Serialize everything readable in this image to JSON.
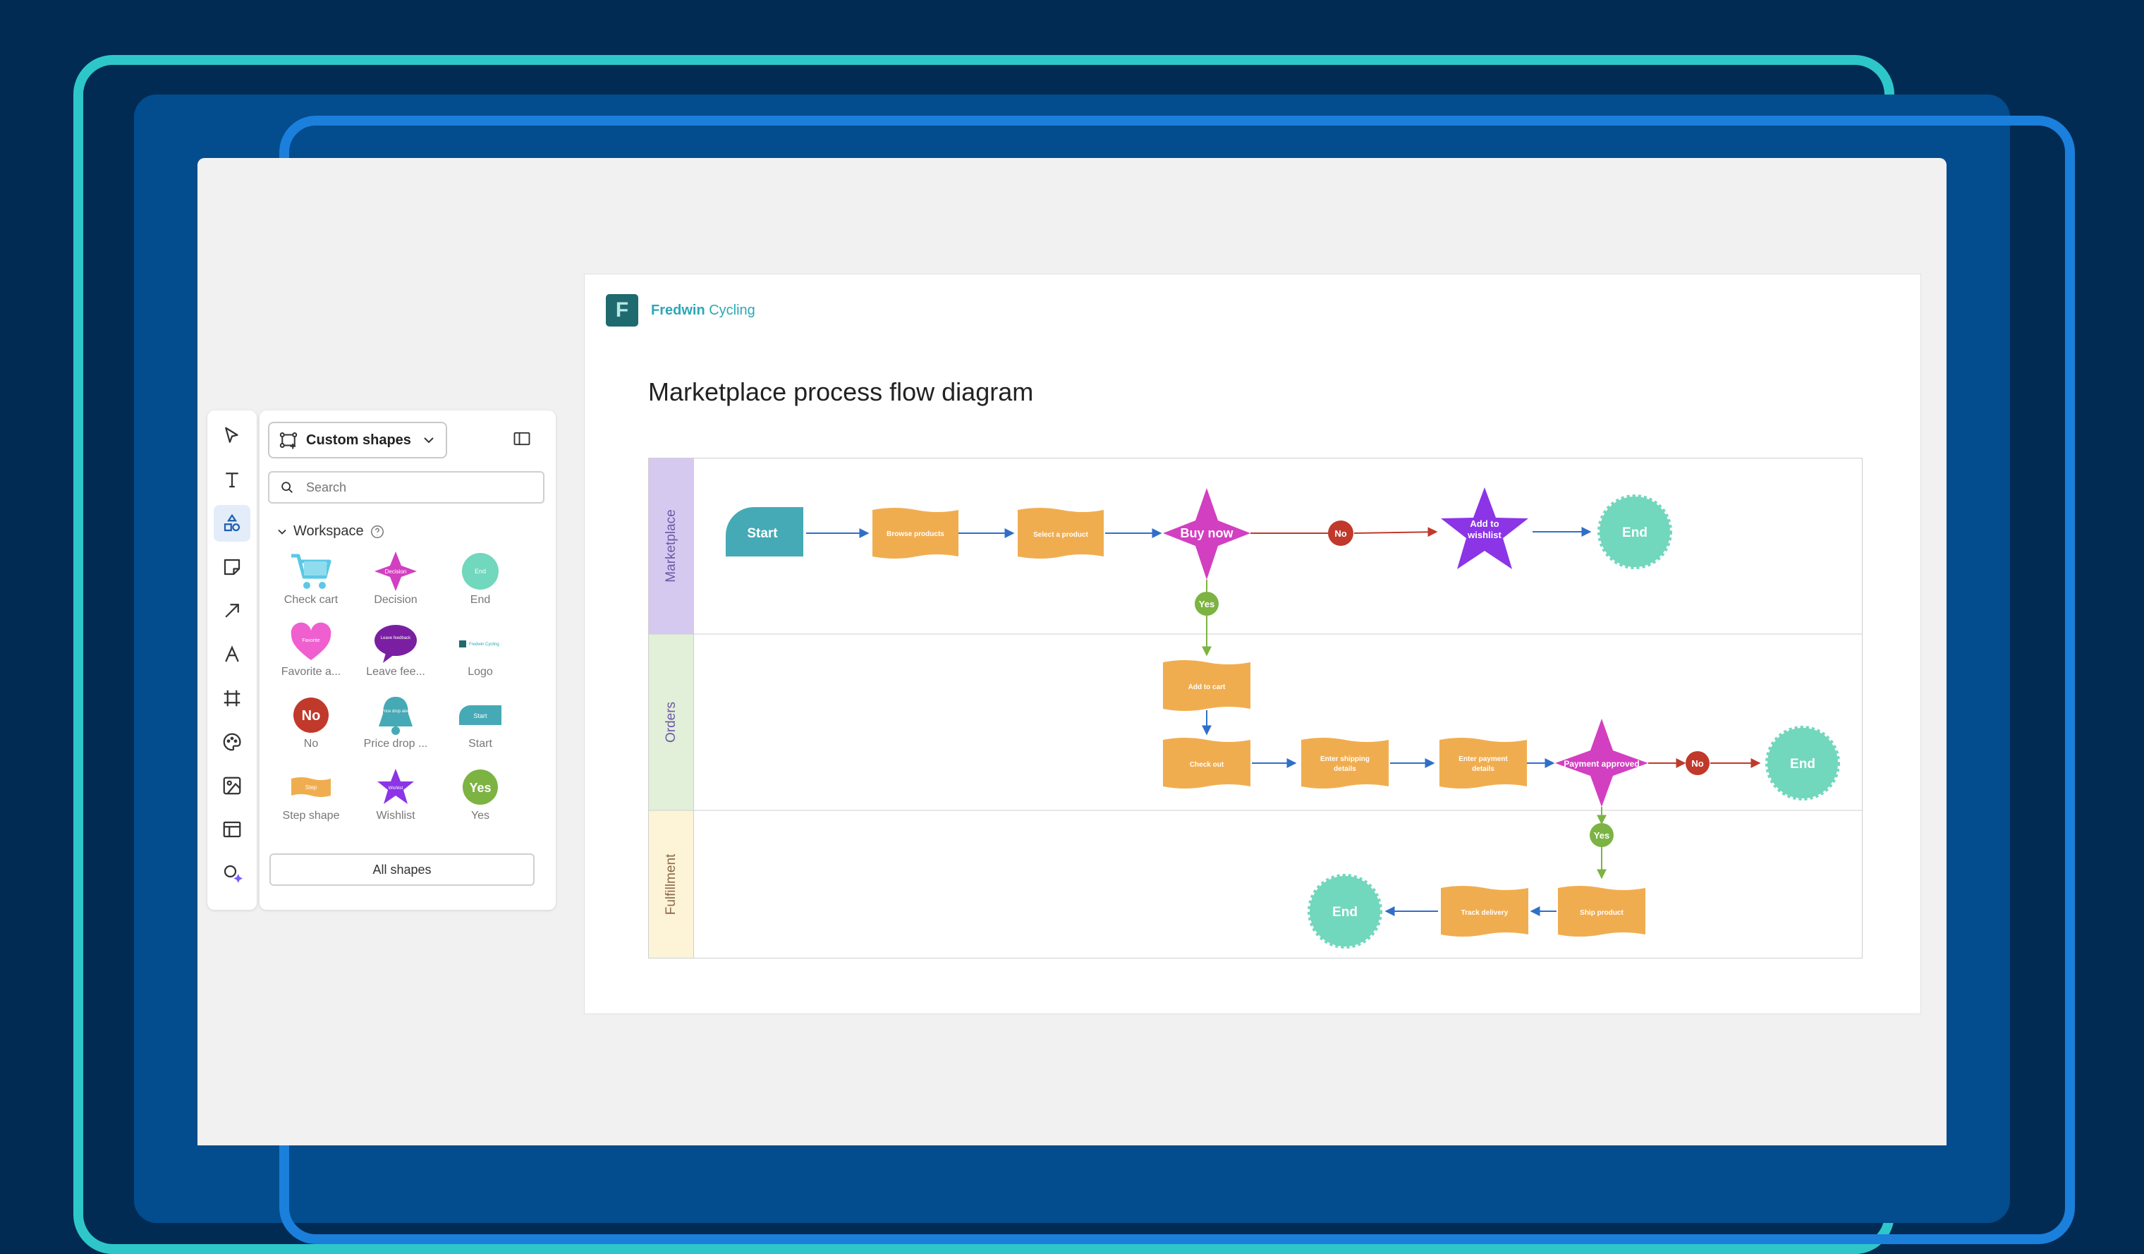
{
  "colors": {
    "background": "#022b54",
    "accent_teal": "#2ec7c9",
    "accent_blue": "#1b7fdc",
    "step": "#f0ad50",
    "decision": "#d33fc1",
    "start": "#45aab6",
    "end": "#71d7bd",
    "no": "#c0392b",
    "yes": "#7cb342",
    "wishlist": "#8b35e6"
  },
  "toolbar": {
    "tools": [
      {
        "name": "select",
        "icon": "pointer-icon"
      },
      {
        "name": "text",
        "icon": "text-icon"
      },
      {
        "name": "shapes",
        "icon": "shapes-icon",
        "active": true
      },
      {
        "name": "sticky",
        "icon": "sticky-note-icon"
      },
      {
        "name": "connector",
        "icon": "arrow-icon"
      },
      {
        "name": "pen",
        "icon": "pen-icon"
      },
      {
        "name": "frame",
        "icon": "frame-icon"
      },
      {
        "name": "theme",
        "icon": "palette-icon"
      },
      {
        "name": "media",
        "icon": "image-icon"
      },
      {
        "name": "templates",
        "icon": "layout-icon"
      },
      {
        "name": "ai",
        "icon": "sparkle-icon"
      }
    ]
  },
  "panel": {
    "dropdown_label": "Custom shapes",
    "search_placeholder": "Search",
    "section_label": "Workspace",
    "shapes": [
      {
        "label": "Check cart",
        "inner": "Check cart"
      },
      {
        "label": "Decision",
        "inner": "Decision"
      },
      {
        "label": "End",
        "inner": "End"
      },
      {
        "label": "Favorite a...",
        "inner": "Favorite"
      },
      {
        "label": "Leave fee...",
        "inner": "Leave feedback"
      },
      {
        "label": "Logo",
        "inner": "Fredwin Cycling"
      },
      {
        "label": "No",
        "inner": "No"
      },
      {
        "label": "Price drop ...",
        "inner": "Price drop alert"
      },
      {
        "label": "Start",
        "inner": "Start"
      },
      {
        "label": "Step shape",
        "inner": "Step"
      },
      {
        "label": "Wishlist",
        "inner": "Wishlist"
      },
      {
        "label": "Yes",
        "inner": "Yes"
      }
    ],
    "all_shapes_label": "All shapes"
  },
  "document": {
    "logo_letter": "F",
    "brand_bold": "Fredwin",
    "brand_rest": " Cycling",
    "title": "Marketplace process flow diagram",
    "lanes": [
      {
        "label": "Marketplace",
        "color": "#d6c9f0"
      },
      {
        "label": "Orders",
        "color": "#e2efd9"
      },
      {
        "label": "Fulfillment",
        "color": "#fdf3d6"
      }
    ],
    "nodes": {
      "start": "Start",
      "browse": "Browse products",
      "select": "Select a product",
      "buy_now": "Buy now",
      "no1": "No",
      "wishlist": "Add to wishlist",
      "end1": "End",
      "yes1": "Yes",
      "add_cart": "Add to cart",
      "check_out": "Check out",
      "shipping": "Enter shipping details",
      "payment": "Enter payment details",
      "approved": "Payment approved",
      "no2": "No",
      "end2": "End",
      "yes2": "Yes",
      "ship": "Ship product",
      "track": "Track delivery",
      "end3": "End"
    }
  }
}
